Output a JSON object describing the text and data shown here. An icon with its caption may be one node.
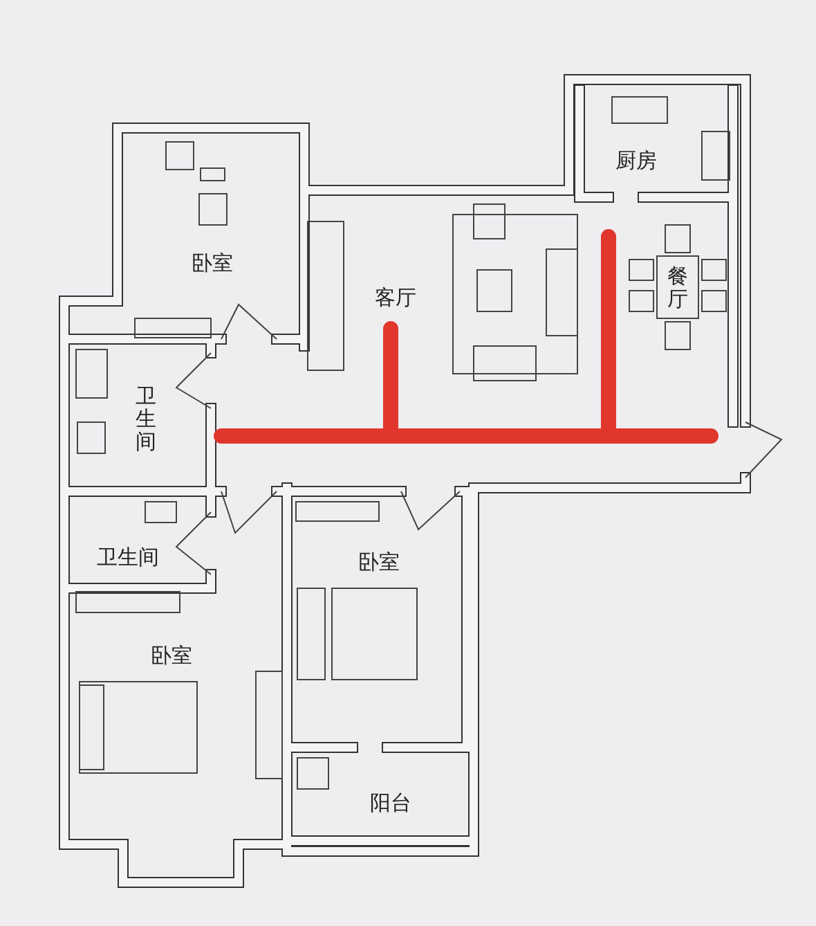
{
  "diagram": {
    "labels": [
      "厨房",
      "卧室",
      "餐厅",
      "客厅",
      "卫生间",
      "卫生间",
      "卧室",
      "卧室",
      "阳台"
    ]
  }
}
